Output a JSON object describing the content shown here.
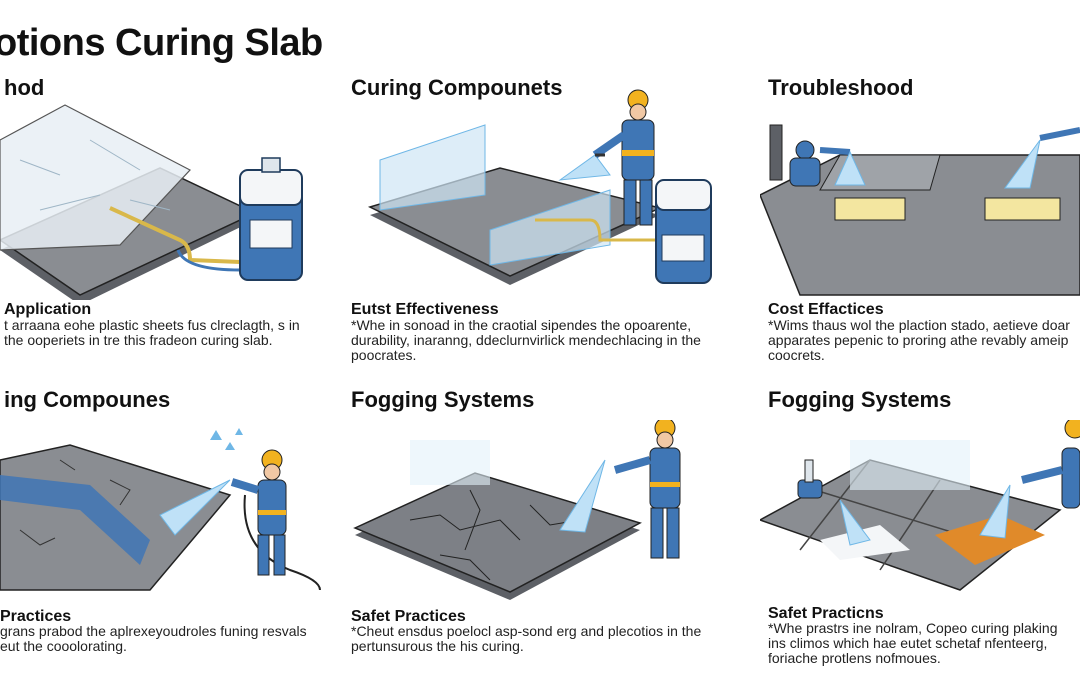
{
  "title": "otions Curing Slab",
  "panels": [
    {
      "heading": "hod",
      "subheading": "Application",
      "body": "t arraana eohe plastic sheets fus clreclagth, s in the ooperiets in tre this fradeon curing slab."
    },
    {
      "heading": "Curing Compounets",
      "subheading": "Eutst Effectiveness",
      "body": "*Whe in sonoad in the craotial sipendes the opoarente, durability, inaranng, ddeclurnvirlick mendechlacing in the poocrates."
    },
    {
      "heading": "Troubleshood",
      "subheading": "Cost Effactices",
      "body": "*Wims thaus wol the plaction stado, aetieve doar apparates pepenic to proring athe revably ameip coocrets."
    },
    {
      "heading": "ing Compounes",
      "subheading": "Practices",
      "body": "grans prabod the aplrexeyoudroles funing resvals eut the cooolorating."
    },
    {
      "heading": "Fogging Systems",
      "subheading": "Safet Practices",
      "body": "*Cheut ensdus poelocl asp-sond erg and plecotios in the pertunsurous the his curing."
    },
    {
      "heading": "Fogging Systems",
      "subheading": "Safet Practicns",
      "body": "*Whe prastrs ine nolram, Copeo curing plaking ins climos which hae eutet schetaf nfenteerg, foriache protlens nofmoues."
    }
  ],
  "colors": {
    "worker_blue": "#3f76b5",
    "helmet": "#f2b21f",
    "slab": "#8a8d92",
    "slab_dark": "#5d6066",
    "water": "#6fb7e6",
    "orange": "#e08a2a",
    "pad_yellow": "#f3e6a0"
  },
  "icons": [
    "plastic-sheet-icon",
    "sprayer-tank-icon",
    "worker-icon",
    "fogging-nozzle-icon",
    "cracked-slab-icon"
  ]
}
